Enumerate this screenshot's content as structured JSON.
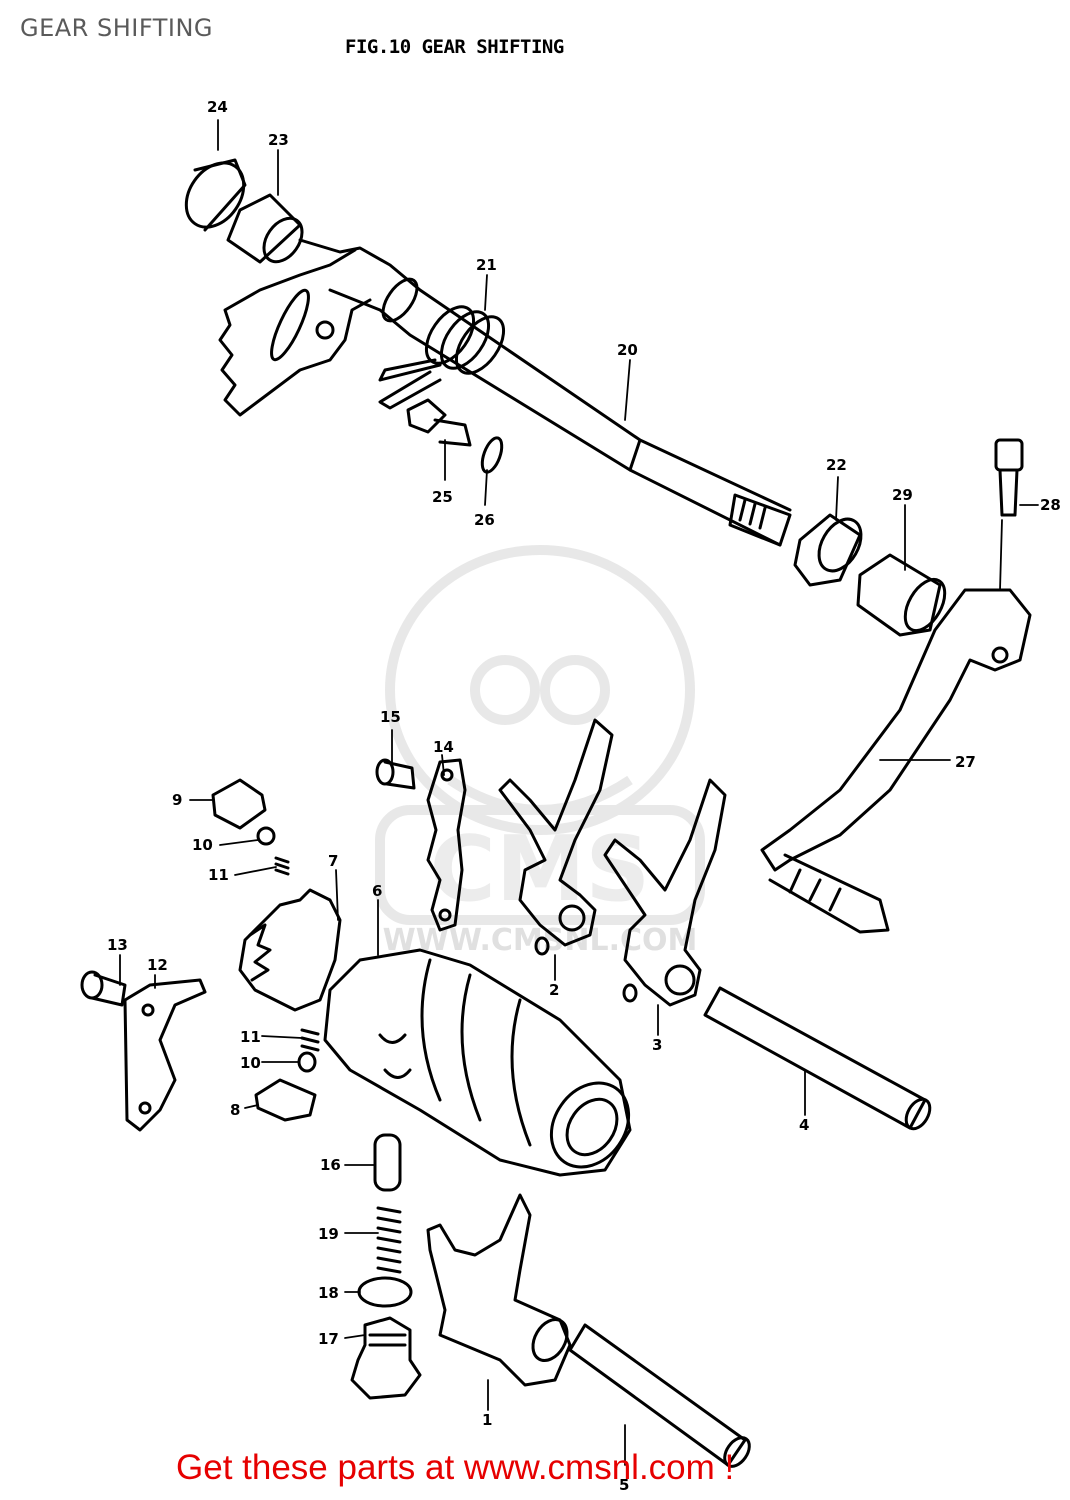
{
  "page": {
    "title": "GEAR SHIFTING"
  },
  "figure": {
    "title": "FIG.10  GEAR SHIFTING"
  },
  "watermark": {
    "text": "CMS",
    "site": "WWW.CMSNL.COM"
  },
  "callouts": [
    {
      "id": "1",
      "label": "1"
    },
    {
      "id": "2",
      "label": "2"
    },
    {
      "id": "3",
      "label": "3"
    },
    {
      "id": "4",
      "label": "4"
    },
    {
      "id": "5",
      "label": "5"
    },
    {
      "id": "6",
      "label": "6"
    },
    {
      "id": "7",
      "label": "7"
    },
    {
      "id": "8",
      "label": "8"
    },
    {
      "id": "9",
      "label": "9"
    },
    {
      "id": "10a",
      "label": "10"
    },
    {
      "id": "10b",
      "label": "10"
    },
    {
      "id": "11a",
      "label": "11"
    },
    {
      "id": "11b",
      "label": "11"
    },
    {
      "id": "12",
      "label": "12"
    },
    {
      "id": "13",
      "label": "13"
    },
    {
      "id": "14",
      "label": "14"
    },
    {
      "id": "15",
      "label": "15"
    },
    {
      "id": "16",
      "label": "16"
    },
    {
      "id": "17",
      "label": "17"
    },
    {
      "id": "18",
      "label": "18"
    },
    {
      "id": "19",
      "label": "19"
    },
    {
      "id": "20",
      "label": "20"
    },
    {
      "id": "21",
      "label": "21"
    },
    {
      "id": "22",
      "label": "22"
    },
    {
      "id": "23",
      "label": "23"
    },
    {
      "id": "24",
      "label": "24"
    },
    {
      "id": "25",
      "label": "25"
    },
    {
      "id": "26",
      "label": "26"
    },
    {
      "id": "27",
      "label": "27"
    },
    {
      "id": "28",
      "label": "28"
    },
    {
      "id": "29",
      "label": "29"
    }
  ],
  "footer": {
    "text": "Get these parts at www.cmsnl.com !",
    "color": "#e60000"
  }
}
